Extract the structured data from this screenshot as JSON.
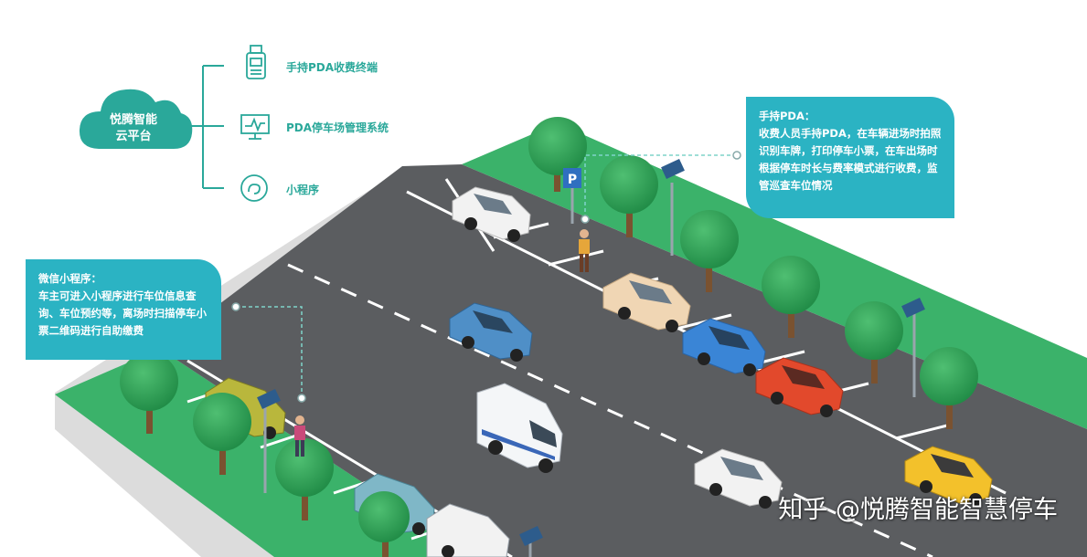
{
  "platform": {
    "name": "悦腾智能\n云平台"
  },
  "tree": {
    "items": [
      {
        "label": "手持PDA收费终端",
        "icon": "handheld-pda-icon"
      },
      {
        "label": "PDA停车场管理系统",
        "icon": "monitor-chart-icon"
      },
      {
        "label": "小程序",
        "icon": "mini-program-icon"
      }
    ]
  },
  "callouts": {
    "pda": {
      "title": "手持PDA：",
      "body": "收费人员手持PDA，在车辆进场时拍照识别车牌，打印停车小票，在车出场时根据停车时长与费率模式进行收费，监管巡查车位情况"
    },
    "wechat": {
      "title": "微信小程序：",
      "body": "车主可进入小程序进行车位信息查询、车位预约等，离场时扫描停车小票二维码进行自助缴费"
    }
  },
  "parking_sign": {
    "letter": "P"
  },
  "watermark": {
    "text": "知乎 @悦腾智能智慧停车"
  },
  "colors": {
    "accent": "#2aa89a",
    "callout": "#2bb3c3",
    "road": "#5a5c5f",
    "grass": "#3bb26a",
    "curb": "#d9d9d9"
  }
}
